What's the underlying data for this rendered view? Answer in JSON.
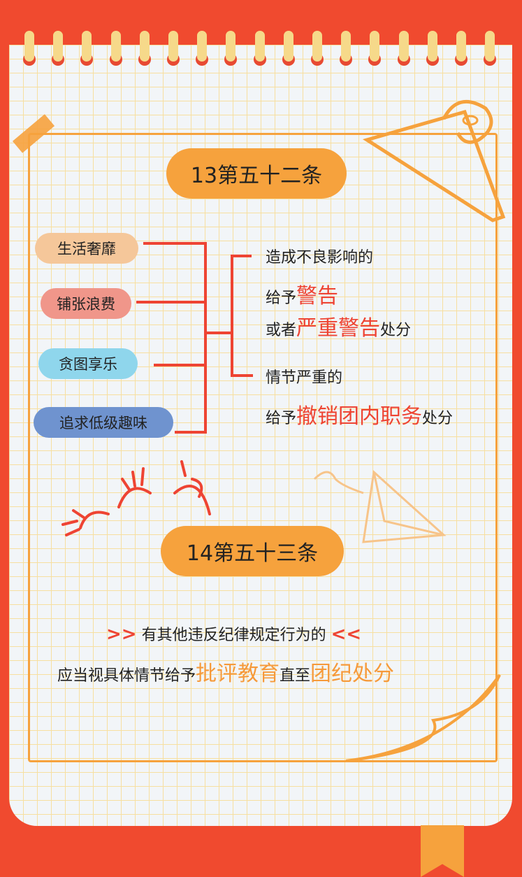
{
  "section13": {
    "title": "13第五十二条",
    "behaviors": [
      "生活奢靡",
      "铺张浪费",
      "贪图享乐",
      "追求低级趣味"
    ],
    "case1": {
      "line1": "造成不良影响的",
      "line2_prefix": "给予",
      "line2_em": "警告",
      "line3_prefix": "或者",
      "line3_em": "严重警告",
      "line3_suffix": "处分"
    },
    "case2": {
      "line1": "情节严重的",
      "line2_prefix": "给予",
      "line2_em": "撤销团内职务",
      "line2_suffix": "处分"
    }
  },
  "section14": {
    "title": "14第五十三条",
    "line1": "有其他违反纪律规定行为的",
    "line2_prefix": "应当视具体情节给予",
    "line2_em1": "批评教育",
    "line2_mid": "直至",
    "line2_em2": "团纪处分"
  },
  "colors": {
    "background": "#f04a2f",
    "accent": "#f6a23d",
    "highlight": "#ee4433",
    "tags": [
      "#f5c79a",
      "#f0968a",
      "#8fd6ec",
      "#6f93cf"
    ]
  }
}
